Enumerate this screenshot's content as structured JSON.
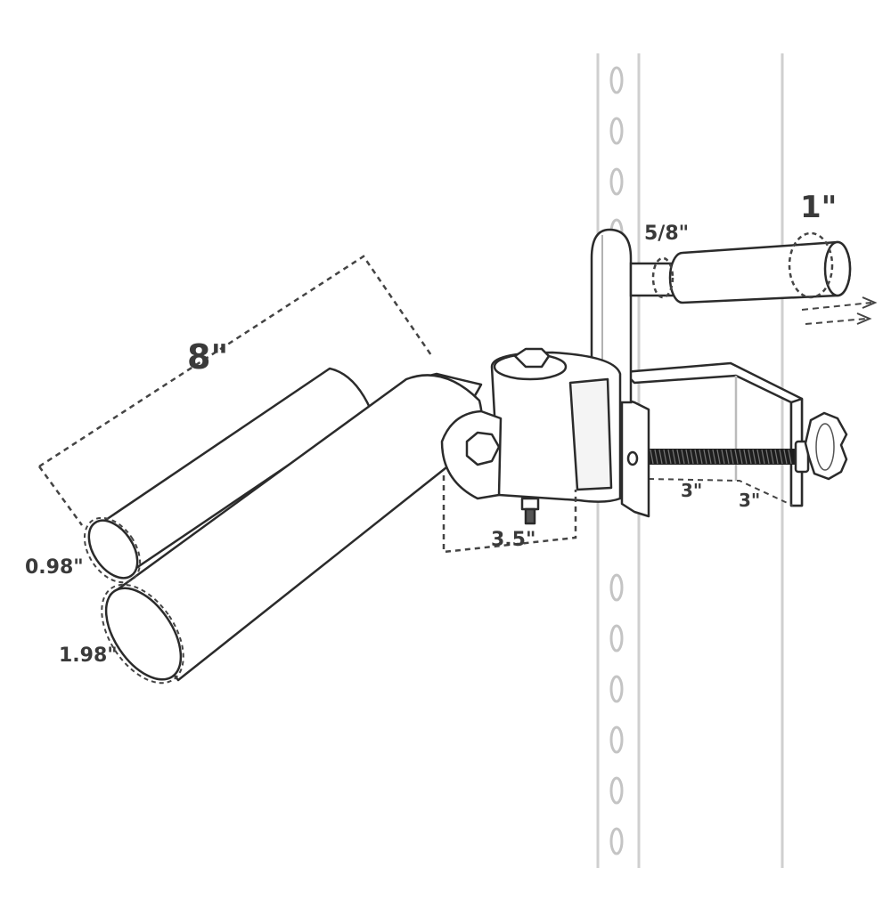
{
  "dimensions": {
    "arm_length": "8\"",
    "pin_diameter": "1\"",
    "pin_hole": "5/8\"",
    "bracket_width": "3.5\"",
    "clamp_depth_a": "3\"",
    "clamp_depth_b": "3\"",
    "inner_tube": "0.98\"",
    "outer_tube": "1.98\""
  },
  "colors": {
    "line": "#2b2b2b",
    "dim_line": "#444444",
    "upright": "#c8c8c8",
    "label": "#3a3a3a"
  }
}
